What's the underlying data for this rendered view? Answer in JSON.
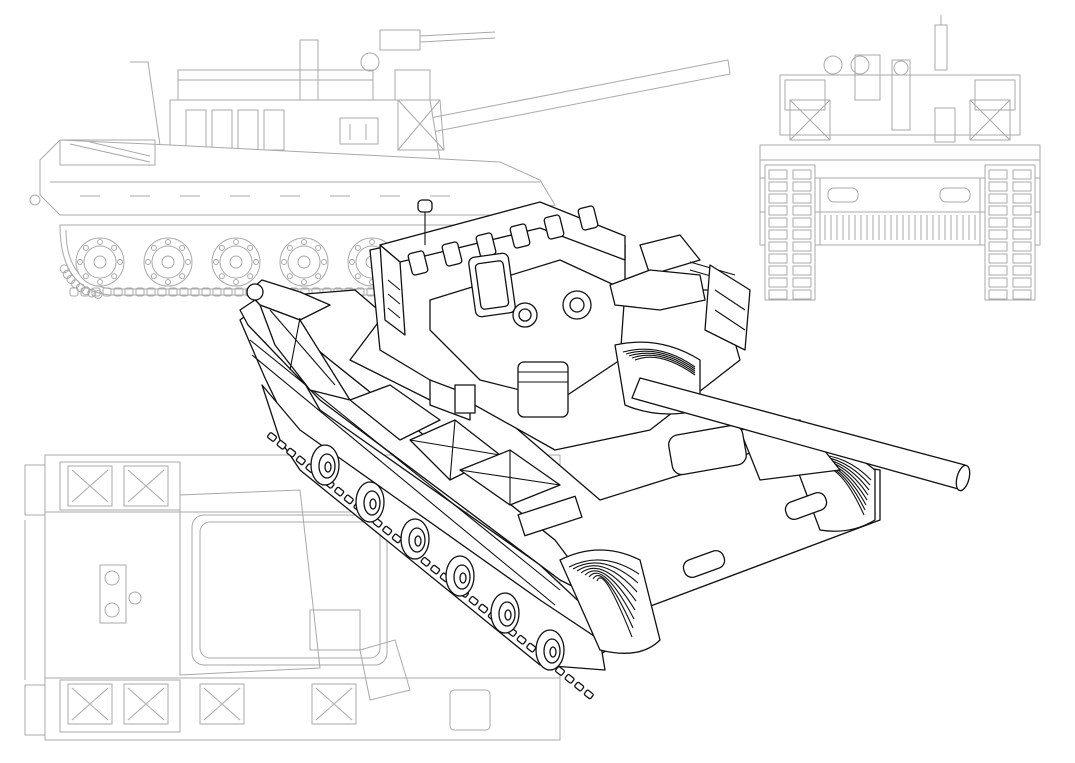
{
  "colors": {
    "background": "#ffffff",
    "blueprint_line": "#a9a9a9",
    "model_line": "#111111"
  },
  "views": [
    {
      "name": "side-view",
      "style": "light-gray-outline"
    },
    {
      "name": "front-view",
      "style": "light-gray-outline"
    },
    {
      "name": "top-view",
      "style": "light-gray-outline"
    },
    {
      "name": "isometric-3d-model",
      "style": "black-outline"
    }
  ],
  "subject": "laser-cut-tank-model"
}
